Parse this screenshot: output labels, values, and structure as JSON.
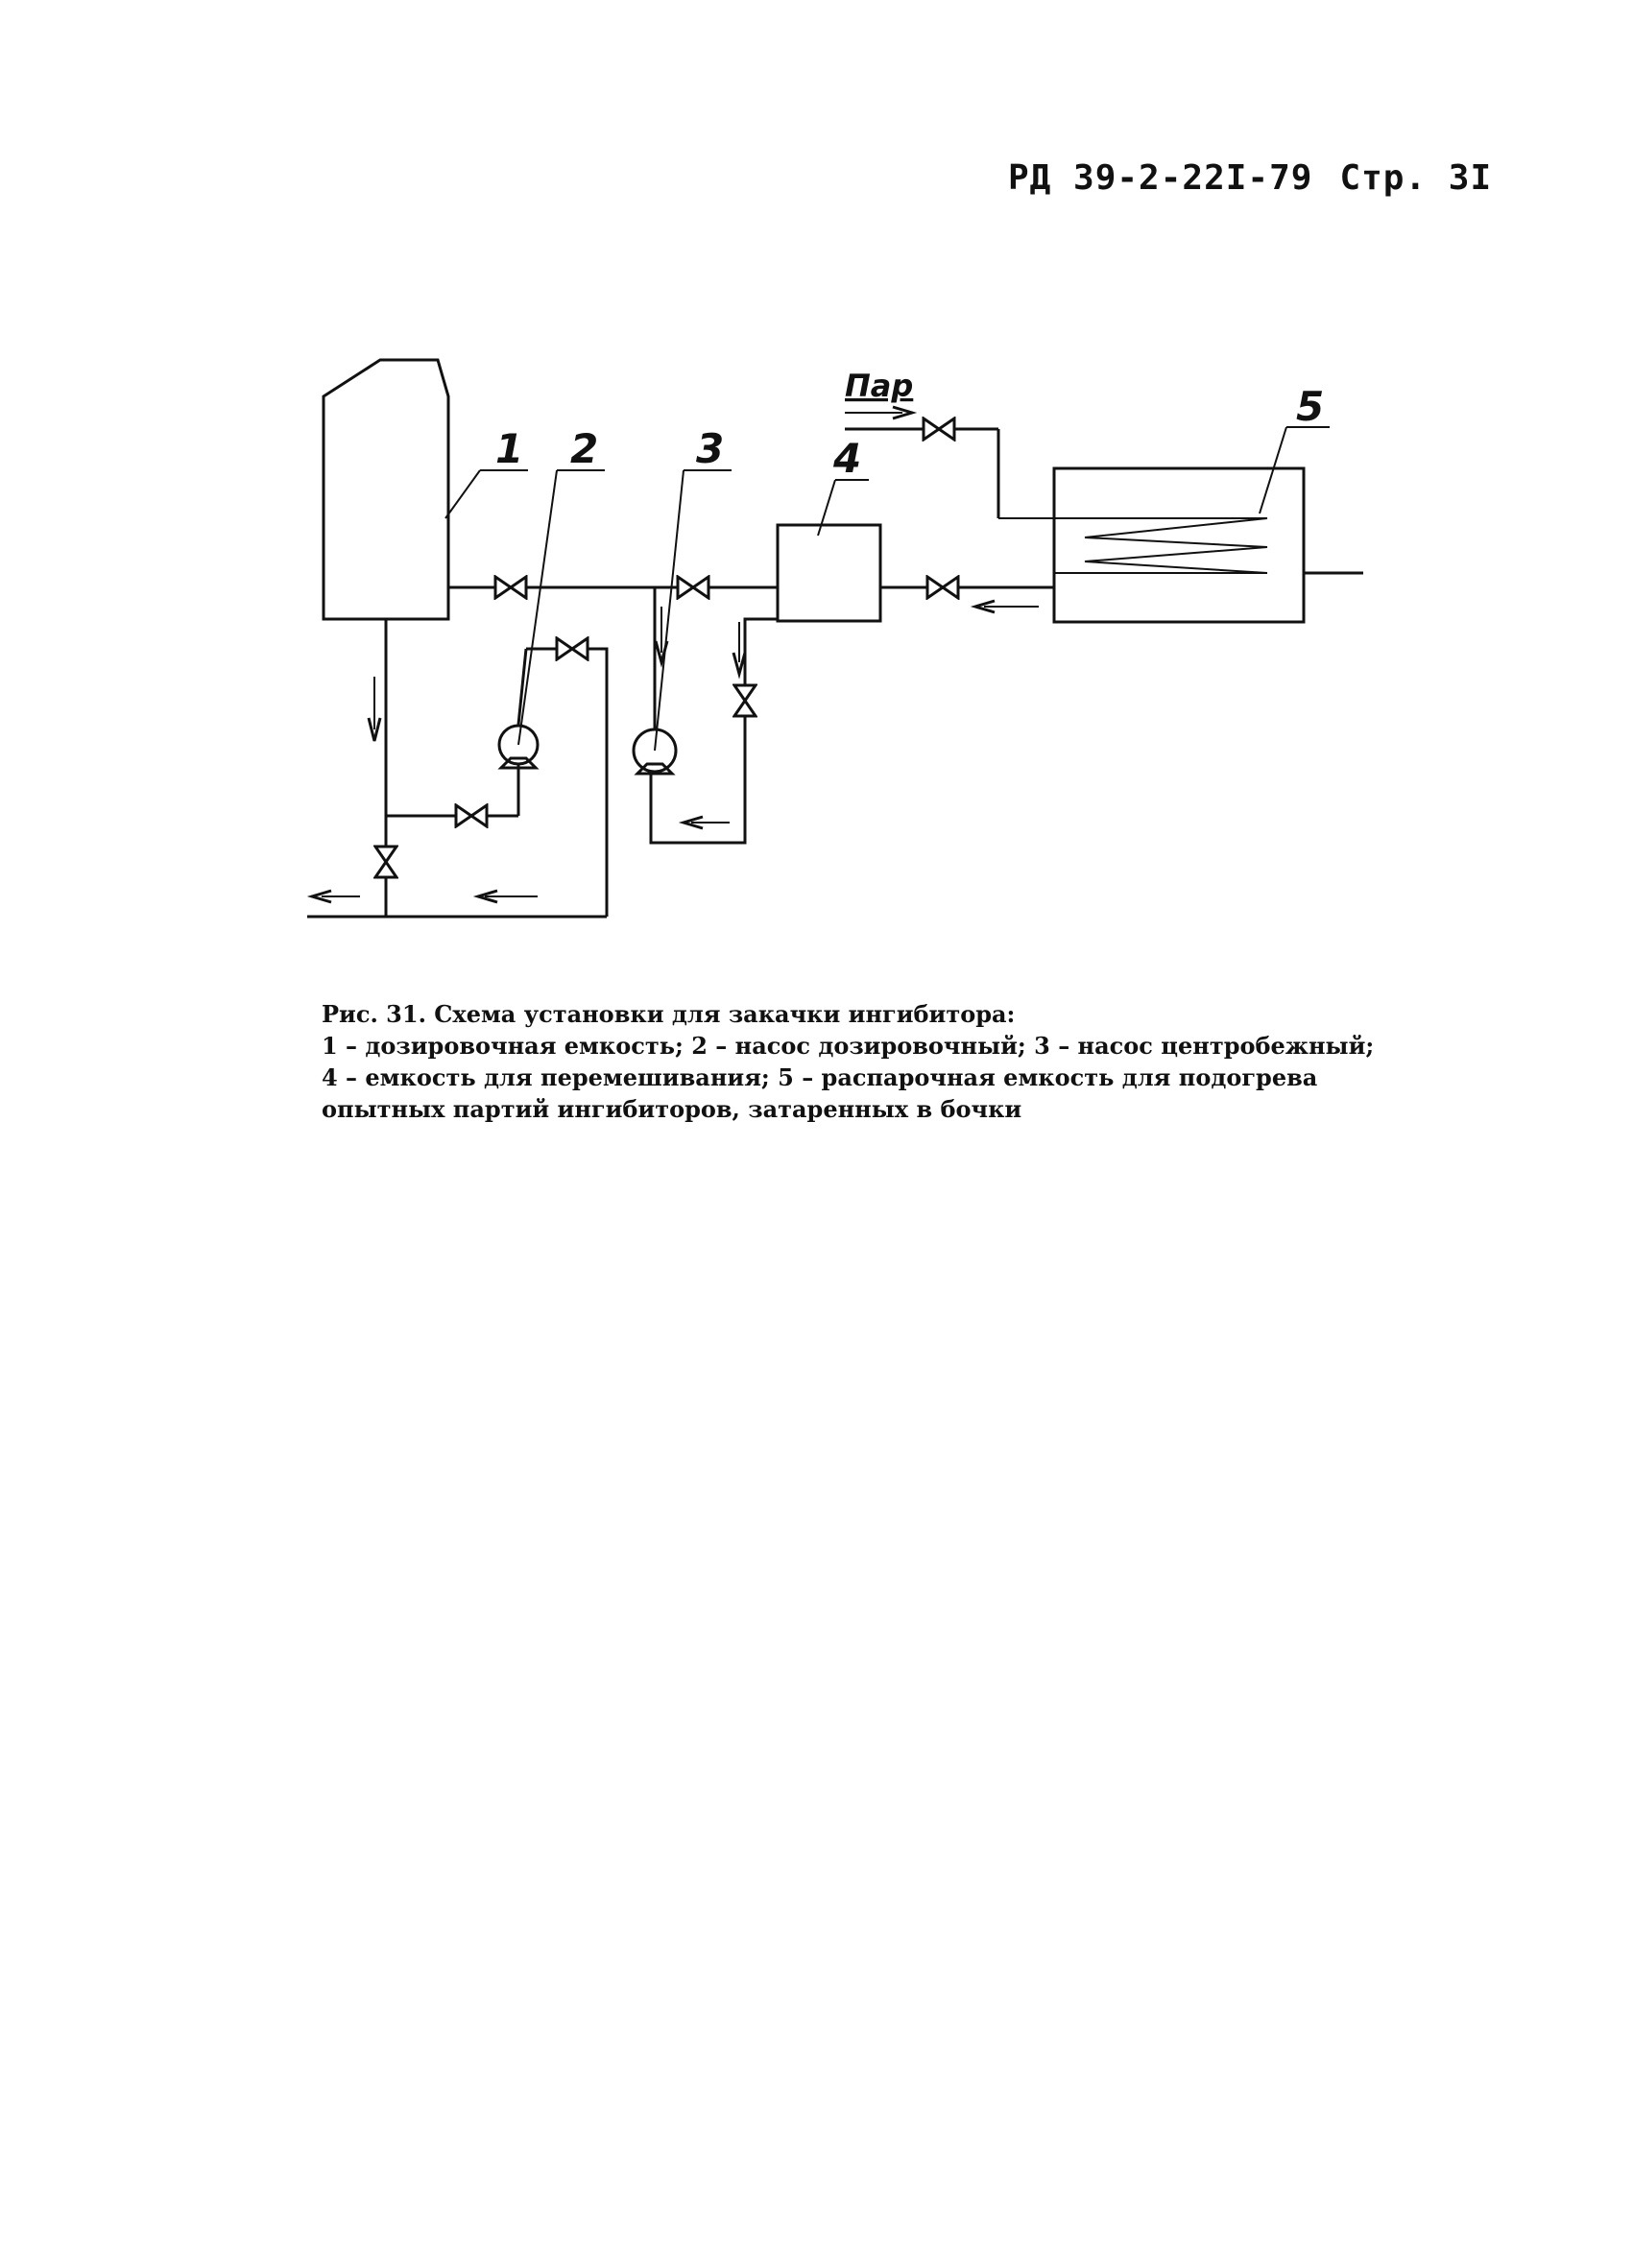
{
  "header": {
    "doc_code": "РД 39-2-22I-79",
    "page": "Стр. 3I"
  },
  "diagram": {
    "labels": {
      "tank": "1",
      "dosing_pump": "2",
      "centrifugal_pump": "3",
      "mixing_tank": "4",
      "steaming_tank": "5",
      "steam": "Пар"
    }
  },
  "caption": {
    "title": "Рис. 31. Схема установки для закачки ингибитора:",
    "line1": "1 – дозировочная емкость; 2 – насос дозировочный; 3 – насос центробежный;",
    "line2": "4 – емкость для перемешивания; 5 – распарочная емкость для подогрева",
    "line3": "опытных партий ингибиторов, затаренных в бочки"
  }
}
